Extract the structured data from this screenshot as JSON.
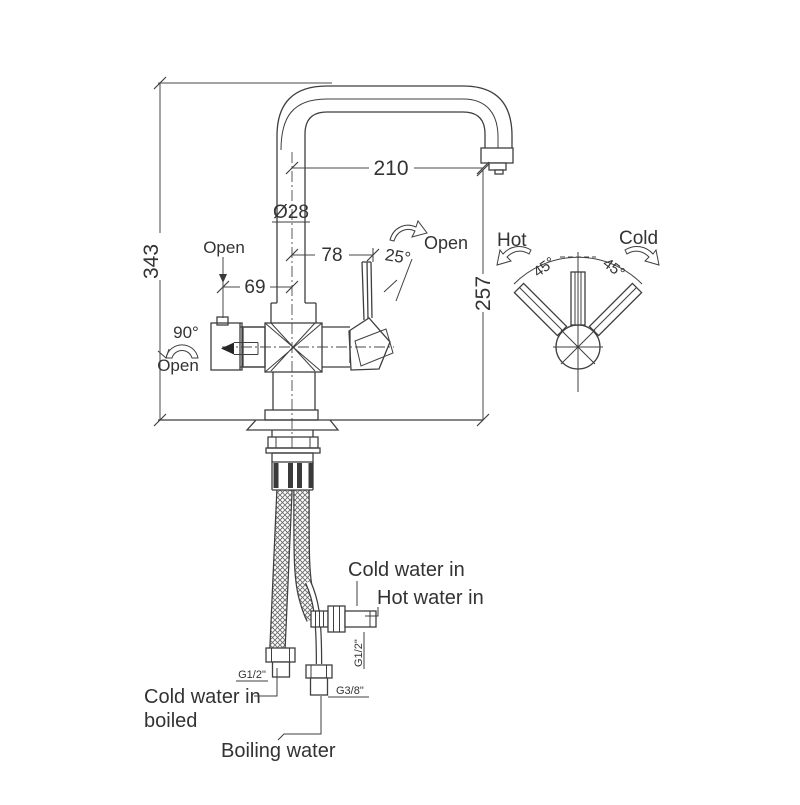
{
  "drawing": {
    "type": "faucet installation technical drawing",
    "colors": {
      "line": "#3f3f3f",
      "text": "#333333",
      "background": "#ffffff"
    }
  },
  "dimensions": {
    "overall_height": "343",
    "spout_reach": "210",
    "spout_diameter": "Ø28",
    "spout_clearance": "257",
    "left_handle_offset": "69",
    "right_handle_offset": "78",
    "right_handle_open_angle": "25°",
    "left_handle_rotate_angle": "90°",
    "fan_angle_left": "45°",
    "fan_angle_right": "45°"
  },
  "labels": {
    "open_push": "Open",
    "open_lever": "Open",
    "open_rotate": "Open",
    "hot": "Hot",
    "cold": "Cold",
    "cold_water_in": "Cold water in",
    "hot_water_in": "Hot water in",
    "cold_water_in_boiled_line1": "Cold water in",
    "cold_water_in_boiled_line2": "boiled",
    "boiling_water": "Boiling water",
    "thread_g12_left": "G1/2\"",
    "thread_g12_right": "G1/2\"",
    "thread_g38": "G3/8\""
  }
}
